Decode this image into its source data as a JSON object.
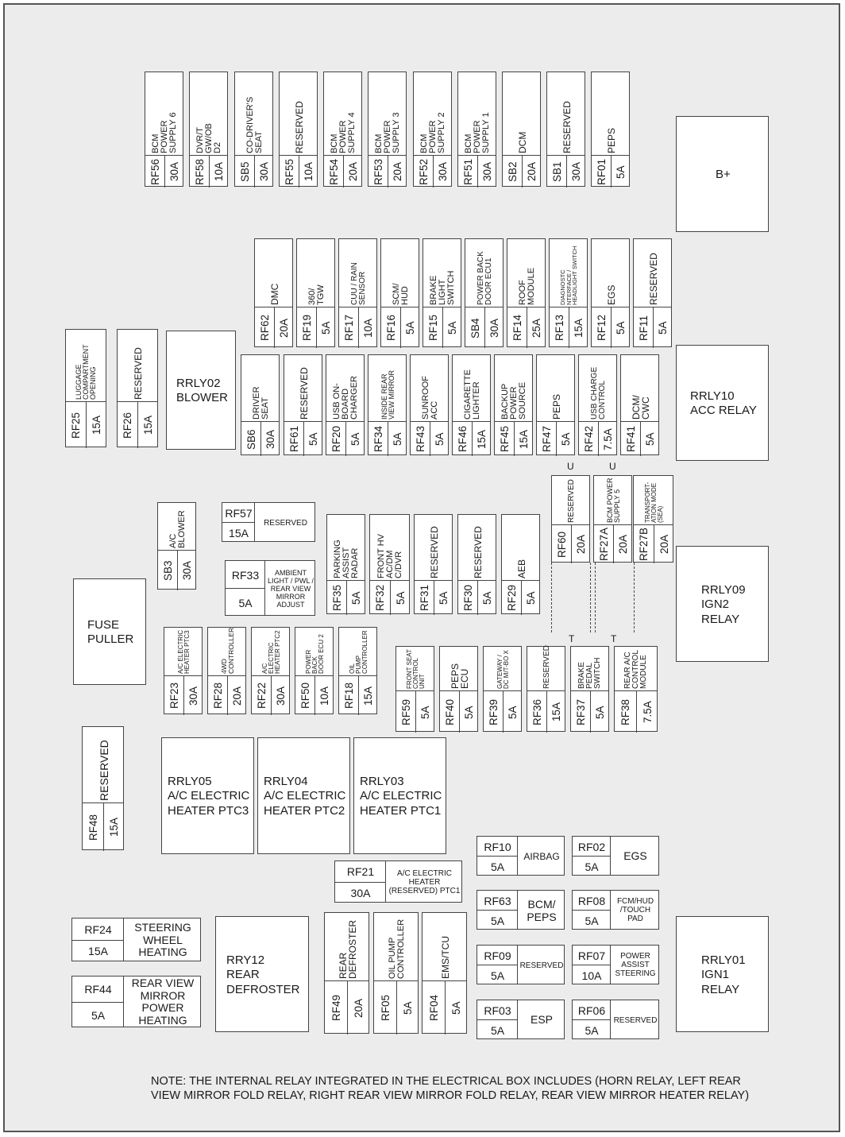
{
  "vertical_fuses": [
    {
      "code": "RF56",
      "amp": "30A",
      "desc": "BCM\nPOWER\nSUPPLY 6",
      "b": [
        182,
        90,
        231,
        235
      ],
      "split": 195,
      "ds": 11
    },
    {
      "code": "RF58",
      "amp": "10A",
      "desc": "DVR/T\nGW/OB\nD2",
      "b": [
        238,
        90,
        287,
        235
      ],
      "split": 195,
      "ds": 11
    },
    {
      "code": "SB5",
      "amp": "30A",
      "desc": "CO-DRIVER'S\nSEAT",
      "b": [
        295,
        90,
        344,
        235
      ],
      "split": 195,
      "ds": 11
    },
    {
      "code": "RF55",
      "amp": "10A",
      "desc": "RESERVED",
      "b": [
        351,
        90,
        400,
        235
      ],
      "split": 195,
      "ds": 12
    },
    {
      "code": "RF54",
      "amp": "20A",
      "desc": "BCM\nPOWER\nSUPPLY 4",
      "b": [
        407,
        90,
        456,
        235
      ],
      "split": 195,
      "ds": 11
    },
    {
      "code": "RF53",
      "amp": "20A",
      "desc": "BCM\nPOWER\nSUPPLY 3",
      "b": [
        463,
        90,
        512,
        235
      ],
      "split": 195,
      "ds": 11
    },
    {
      "code": "RF52",
      "amp": "30A",
      "desc": "BCM\nPOWER\nSUPPLY 2",
      "b": [
        520,
        90,
        569,
        235
      ],
      "split": 195,
      "ds": 11
    },
    {
      "code": "RF51",
      "amp": "30A",
      "desc": "BCM\nPOWER\nSUPPLY 1",
      "b": [
        576,
        90,
        625,
        235
      ],
      "split": 195,
      "ds": 11
    },
    {
      "code": "SB2",
      "amp": "20A",
      "desc": "DCM",
      "b": [
        632,
        90,
        681,
        235
      ],
      "split": 195,
      "ds": 12
    },
    {
      "code": "SB1",
      "amp": "30A",
      "desc": "RESERVED",
      "b": [
        688,
        90,
        737,
        235
      ],
      "split": 195,
      "ds": 12
    },
    {
      "code": "RF01",
      "amp": "5A",
      "desc": "PEPS",
      "b": [
        744,
        90,
        793,
        235
      ],
      "split": 195,
      "ds": 12
    },
    {
      "code": "RF62",
      "amp": "20A",
      "desc": "DMC",
      "b": [
        320,
        300,
        369,
        437
      ],
      "split": 386,
      "ds": 12
    },
    {
      "code": "RF19",
      "amp": "5A",
      "desc": "360/\nTGW",
      "b": [
        373,
        300,
        422,
        437
      ],
      "split": 386,
      "ds": 11
    },
    {
      "code": "RF17",
      "amp": "10A",
      "desc": "CUU / RAIN\nSENSOR",
      "b": [
        426,
        300,
        475,
        437
      ],
      "split": 386,
      "ds": 10
    },
    {
      "code": "RF16",
      "amp": "5A",
      "desc": "SCM/\nHUD",
      "b": [
        479,
        300,
        528,
        437
      ],
      "split": 386,
      "ds": 11
    },
    {
      "code": "RF15",
      "amp": "5A",
      "desc": "BRAKE\nLIGHT\nSWITCH",
      "b": [
        532,
        300,
        581,
        437
      ],
      "split": 386,
      "ds": 11
    },
    {
      "code": "SB4",
      "amp": "30A",
      "desc": "POWER BACK\nDOOR ECU1",
      "b": [
        585,
        300,
        634,
        437
      ],
      "split": 386,
      "ds": 10
    },
    {
      "code": "RF14",
      "amp": "25A",
      "desc": "ROOF\nMODULE",
      "b": [
        638,
        300,
        687,
        437
      ],
      "split": 386,
      "ds": 11
    },
    {
      "code": "RF13",
      "amp": "15A",
      "desc": "DIAGNOSTC\nNTERFACE /\nHEADLIGHT SWITCH",
      "b": [
        691,
        300,
        740,
        437
      ],
      "split": 386,
      "ds": 7.5
    },
    {
      "code": "RF12",
      "amp": "5A",
      "desc": "EGS",
      "b": [
        744,
        300,
        793,
        437
      ],
      "split": 386,
      "ds": 12
    },
    {
      "code": "RF11",
      "amp": "5A",
      "desc": "RESERVED",
      "b": [
        797,
        300,
        846,
        437
      ],
      "split": 386,
      "ds": 12
    },
    {
      "code": "RF25",
      "amp": "15A",
      "desc": "LUGGAGE\nCOMPARTMENT\nOPENING",
      "b": [
        82,
        414,
        134,
        563
      ],
      "split": 505,
      "ds": 9
    },
    {
      "code": "RF26",
      "amp": "15A",
      "desc": "RESERVED",
      "b": [
        147,
        414,
        199,
        563
      ],
      "split": 505,
      "ds": 12
    },
    {
      "code": "SB6",
      "amp": "30A",
      "desc": "DRIVER\nSEAT",
      "b": [
        303,
        446,
        352,
        573
      ],
      "split": 530,
      "ds": 11
    },
    {
      "code": "RF61",
      "amp": "5A",
      "desc": "RESERVED",
      "b": [
        357,
        446,
        406,
        573
      ],
      "split": 530,
      "ds": 12
    },
    {
      "code": "RF20",
      "amp": "5A",
      "desc": "USB ON-\nBOARD\nCHARGER",
      "b": [
        410,
        446,
        459,
        573
      ],
      "split": 530,
      "ds": 11
    },
    {
      "code": "RF34",
      "amp": "5A",
      "desc": "INSIDE REAR\nVIEW MIRROR",
      "b": [
        463,
        446,
        512,
        573
      ],
      "split": 530,
      "ds": 9
    },
    {
      "code": "RF43",
      "amp": "5A",
      "desc": "SUNROOF\nACC",
      "b": [
        516,
        446,
        565,
        573
      ],
      "split": 530,
      "ds": 11
    },
    {
      "code": "RF46",
      "amp": "15A",
      "desc": "CIGARETTE\nLIGHTER",
      "b": [
        569,
        446,
        618,
        573
      ],
      "split": 530,
      "ds": 11
    },
    {
      "code": "RF45",
      "amp": "15A",
      "desc": "BACKUP\nPOWER\nSOURCE",
      "b": [
        622,
        446,
        671,
        573
      ],
      "split": 530,
      "ds": 11
    },
    {
      "code": "RF47",
      "amp": "5A",
      "desc": "PEPS",
      "b": [
        675,
        446,
        724,
        573
      ],
      "split": 530,
      "ds": 12
    },
    {
      "code": "RF42",
      "amp": "7.5A",
      "desc": "USB CHARGE\nCONTROL",
      "b": [
        728,
        446,
        777,
        573
      ],
      "split": 530,
      "ds": 10
    },
    {
      "code": "RF41",
      "amp": "5A",
      "desc": "DCM/\nCWC",
      "b": [
        781,
        446,
        830,
        573
      ],
      "split": 530,
      "ds": 12
    },
    {
      "code": "SB3",
      "amp": "30A",
      "desc": "A/C\nBLOWER",
      "b": [
        198,
        632,
        247,
        742
      ],
      "split": 692,
      "ds": 11
    },
    {
      "code": "RF60",
      "amp": "20A",
      "desc": "RESERVED",
      "b": [
        694,
        598,
        743,
        708
      ],
      "split": 660,
      "ds": 10
    },
    {
      "code": "RF27A",
      "amp": "20A",
      "desc": "BCM POWER\nSUPPLY 5",
      "b": [
        747,
        598,
        796,
        708
      ],
      "split": 660,
      "ds": 9
    },
    {
      "code": "RF27B",
      "amp": "20A",
      "desc": "TRANSPORT-\nATION MODE\n(SEA)",
      "b": [
        797,
        598,
        848,
        708
      ],
      "split": 660,
      "ds": 8
    },
    {
      "code": "RF35",
      "amp": "5A",
      "desc": "PARKING\nASSIST\nRADAR",
      "b": [
        411,
        647,
        460,
        773
      ],
      "split": 730,
      "ds": 11
    },
    {
      "code": "RF32",
      "amp": "5A",
      "desc": "FRONT HV\nAC/DM\nC/DVR",
      "b": [
        465,
        647,
        516,
        773
      ],
      "split": 730,
      "ds": 11
    },
    {
      "code": "RF31",
      "amp": "5A",
      "desc": "RESERVED",
      "b": [
        521,
        647,
        570,
        773
      ],
      "split": 730,
      "ds": 12
    },
    {
      "code": "RF30",
      "amp": "5A",
      "desc": "RESERVED",
      "b": [
        576,
        647,
        625,
        773
      ],
      "split": 730,
      "ds": 12
    },
    {
      "code": "RF29",
      "amp": "5A",
      "desc": "AEB",
      "b": [
        631,
        647,
        680,
        773
      ],
      "split": 730,
      "ds": 12
    },
    {
      "code": "RF23",
      "amp": "30A",
      "desc": "A/C ELECTRIC\nHEATER PTC3",
      "b": [
        206,
        789,
        255,
        899
      ],
      "split": 850,
      "ds": 8
    },
    {
      "code": "RF28",
      "amp": "20A",
      "desc": "4WD\nCONTROLLER",
      "b": [
        261,
        789,
        310,
        899
      ],
      "split": 850,
      "ds": 8.5
    },
    {
      "code": "RF22",
      "amp": "30A",
      "desc": "A/C\nELECTRIC\nHEATER PTC2",
      "b": [
        316,
        789,
        365,
        899
      ],
      "split": 850,
      "ds": 8
    },
    {
      "code": "RF50",
      "amp": "10A",
      "desc": "POWER\nBACK\nDOOR ECU 2",
      "b": [
        371,
        789,
        420,
        899
      ],
      "split": 850,
      "ds": 8
    },
    {
      "code": "RF18",
      "amp": "15A",
      "desc": "OIL\nPUMP\nCONTROLLER",
      "b": [
        426,
        789,
        475,
        899
      ],
      "split": 850,
      "ds": 8
    },
    {
      "code": "RF59",
      "amp": "5A",
      "desc": "FRONT SEAT\nCONTROL\nUNIT",
      "b": [
        498,
        813,
        547,
        921
      ],
      "split": 869,
      "ds": 8
    },
    {
      "code": "RF40",
      "amp": "5A",
      "desc": "PEPS\nECU",
      "b": [
        553,
        813,
        602,
        921
      ],
      "split": 869,
      "ds": 12
    },
    {
      "code": "RF39",
      "amp": "5A",
      "desc": "GATEWAY /\nDC M/T-BO X",
      "b": [
        608,
        813,
        657,
        921
      ],
      "split": 869,
      "ds": 8
    },
    {
      "code": "RF36",
      "amp": "15A",
      "desc": "RESERVED",
      "b": [
        663,
        813,
        712,
        921
      ],
      "split": 869,
      "ds": 10
    },
    {
      "code": "RF37",
      "amp": "5A",
      "desc": "BRAKE\nPEDAL\nSWITCH",
      "b": [
        718,
        813,
        767,
        921
      ],
      "split": 869,
      "ds": 10
    },
    {
      "code": "RF38",
      "amp": "7.5A",
      "desc": "REAR A/C\nCONTROL\nMODULE",
      "b": [
        773,
        813,
        828,
        921
      ],
      "split": 869,
      "ds": 10
    },
    {
      "code": "RF48",
      "amp": "15A",
      "desc": "RESERVED",
      "b": [
        103,
        914,
        156,
        1070
      ],
      "split": 1010,
      "ds": 14
    },
    {
      "code": "RF49",
      "amp": "20A",
      "desc": "REAR\nDEFROSTER",
      "b": [
        408,
        1148,
        465,
        1301
      ],
      "split": 1234,
      "ds": 12
    },
    {
      "code": "RF05",
      "amp": "5A",
      "desc": "OIL PUMP\nCONTROLLER",
      "b": [
        470,
        1148,
        527,
        1301
      ],
      "split": 1234,
      "ds": 11
    },
    {
      "code": "RF04",
      "amp": "5A",
      "desc": "EMS/TCU",
      "b": [
        531,
        1148,
        588,
        1301
      ],
      "split": 1234,
      "ds": 12
    }
  ],
  "horizontal_fuses": [
    {
      "code": "RF57",
      "amp": "15A",
      "desc": "RESERVED",
      "b": [
        279,
        632,
        397,
        682
      ],
      "xs": 320,
      "ds": 10
    },
    {
      "code": "RF33",
      "amp": "5A",
      "desc": "AMBIENT\nLIGHT / PWL /\nREAR VIEW\nMIRROR\nADJUST",
      "b": [
        283,
        705,
        397,
        775
      ],
      "xs": 333,
      "ds": 9
    },
    {
      "code": "RF21",
      "amp": "30A",
      "desc": "A/C ELECTRIC\nHEATER\n(RESERVED) PTC1",
      "b": [
        421,
        1083,
        582,
        1136
      ],
      "xs": 485,
      "ds": 10
    },
    {
      "code": "RF10",
      "amp": "5A",
      "desc": "AIRBAG",
      "b": [
        600,
        1052,
        711,
        1102
      ],
      "xs": 651,
      "ds": 12
    },
    {
      "code": "RF02",
      "amp": "5A",
      "desc": "EGS",
      "b": [
        720,
        1052,
        830,
        1102
      ],
      "xs": 768,
      "ds": 14
    },
    {
      "code": "RF63",
      "amp": "5A",
      "desc": "BCM/\nPEPS",
      "b": [
        600,
        1120,
        711,
        1170
      ],
      "xs": 651,
      "ds": 14
    },
    {
      "code": "RF08",
      "amp": "5A",
      "desc": "FCM/HUD\n/TOUCH\nPAD",
      "b": [
        720,
        1120,
        830,
        1170
      ],
      "xs": 768,
      "ds": 10
    },
    {
      "code": "RF09",
      "amp": "5A",
      "desc": "RESERVED",
      "b": [
        600,
        1189,
        711,
        1239
      ],
      "xs": 651,
      "ds": 10
    },
    {
      "code": "RF07",
      "amp": "10A",
      "desc": "POWER\nASSIST\nSTEERING",
      "b": [
        720,
        1189,
        830,
        1239
      ],
      "xs": 768,
      "ds": 10
    },
    {
      "code": "RF03",
      "amp": "5A",
      "desc": "ESP",
      "b": [
        600,
        1258,
        711,
        1308
      ],
      "xs": 651,
      "ds": 14
    },
    {
      "code": "RF06",
      "amp": "5A",
      "desc": "RESERVED",
      "b": [
        720,
        1258,
        830,
        1308
      ],
      "xs": 768,
      "ds": 10
    },
    {
      "code": "RF24",
      "amp": "15A",
      "desc": "STEERING\nWHEEL\nHEATING",
      "b": [
        90,
        1155,
        253,
        1210
      ],
      "xs": 155,
      "ds": 14
    },
    {
      "code": "RF44",
      "amp": "5A",
      "desc": "REAR VIEW\nMIRROR\nPOWER\nHEATING",
      "b": [
        90,
        1228,
        253,
        1293
      ],
      "xs": 155,
      "ds": 14
    }
  ],
  "relays": [
    {
      "label": "B+",
      "b": [
        851,
        146,
        968,
        292
      ],
      "align": "c"
    },
    {
      "label": "RRLY02\nBLOWER",
      "b": [
        209,
        416,
        297,
        566
      ],
      "align": "l"
    },
    {
      "label": "RRLY10\nACC RELAY",
      "b": [
        851,
        434,
        968,
        580
      ],
      "align": "l"
    },
    {
      "label": "RRLY09\nIGN2\nRELAY",
      "b": [
        851,
        687,
        968,
        833
      ],
      "align": "l"
    },
    {
      "label": "FUSE\nPULLER",
      "b": [
        92,
        728,
        184,
        862
      ],
      "align": "l"
    },
    {
      "label": "RRLY05\nA/C ELECTRIC\nHEATER PTC3",
      "b": [
        203,
        928,
        320,
        1075
      ],
      "align": "l"
    },
    {
      "label": "RRLY04\nA/C ELECTRIC\nHEATER PTC2",
      "b": [
        324,
        928,
        441,
        1075
      ],
      "align": "l"
    },
    {
      "label": "RRLY03\nA/C ELECTRIC\nHEATER PTC1",
      "b": [
        445,
        928,
        562,
        1075
      ],
      "align": "l"
    },
    {
      "label": "RRY12\nREAR\nDEFROSTER",
      "b": [
        271,
        1153,
        389,
        1299
      ],
      "align": "l"
    },
    {
      "label": "RRLY01\nIGN1\nRELAY",
      "b": [
        851,
        1153,
        968,
        1299
      ],
      "align": "l"
    }
  ],
  "terminal_marks": [
    "U",
    "U",
    "T",
    "T"
  ],
  "note": "NOTE: THE INTERNAL RELAY INTEGRATED IN THE ELECTRICAL BOX INCLUDES (HORN RELAY, LEFT REAR\nVIEW MIRROR FOLD RELAY, RIGHT REAR VIEW MIRROR FOLD RELAY, REAR VIEW MIRROR HEATER RELAY)"
}
